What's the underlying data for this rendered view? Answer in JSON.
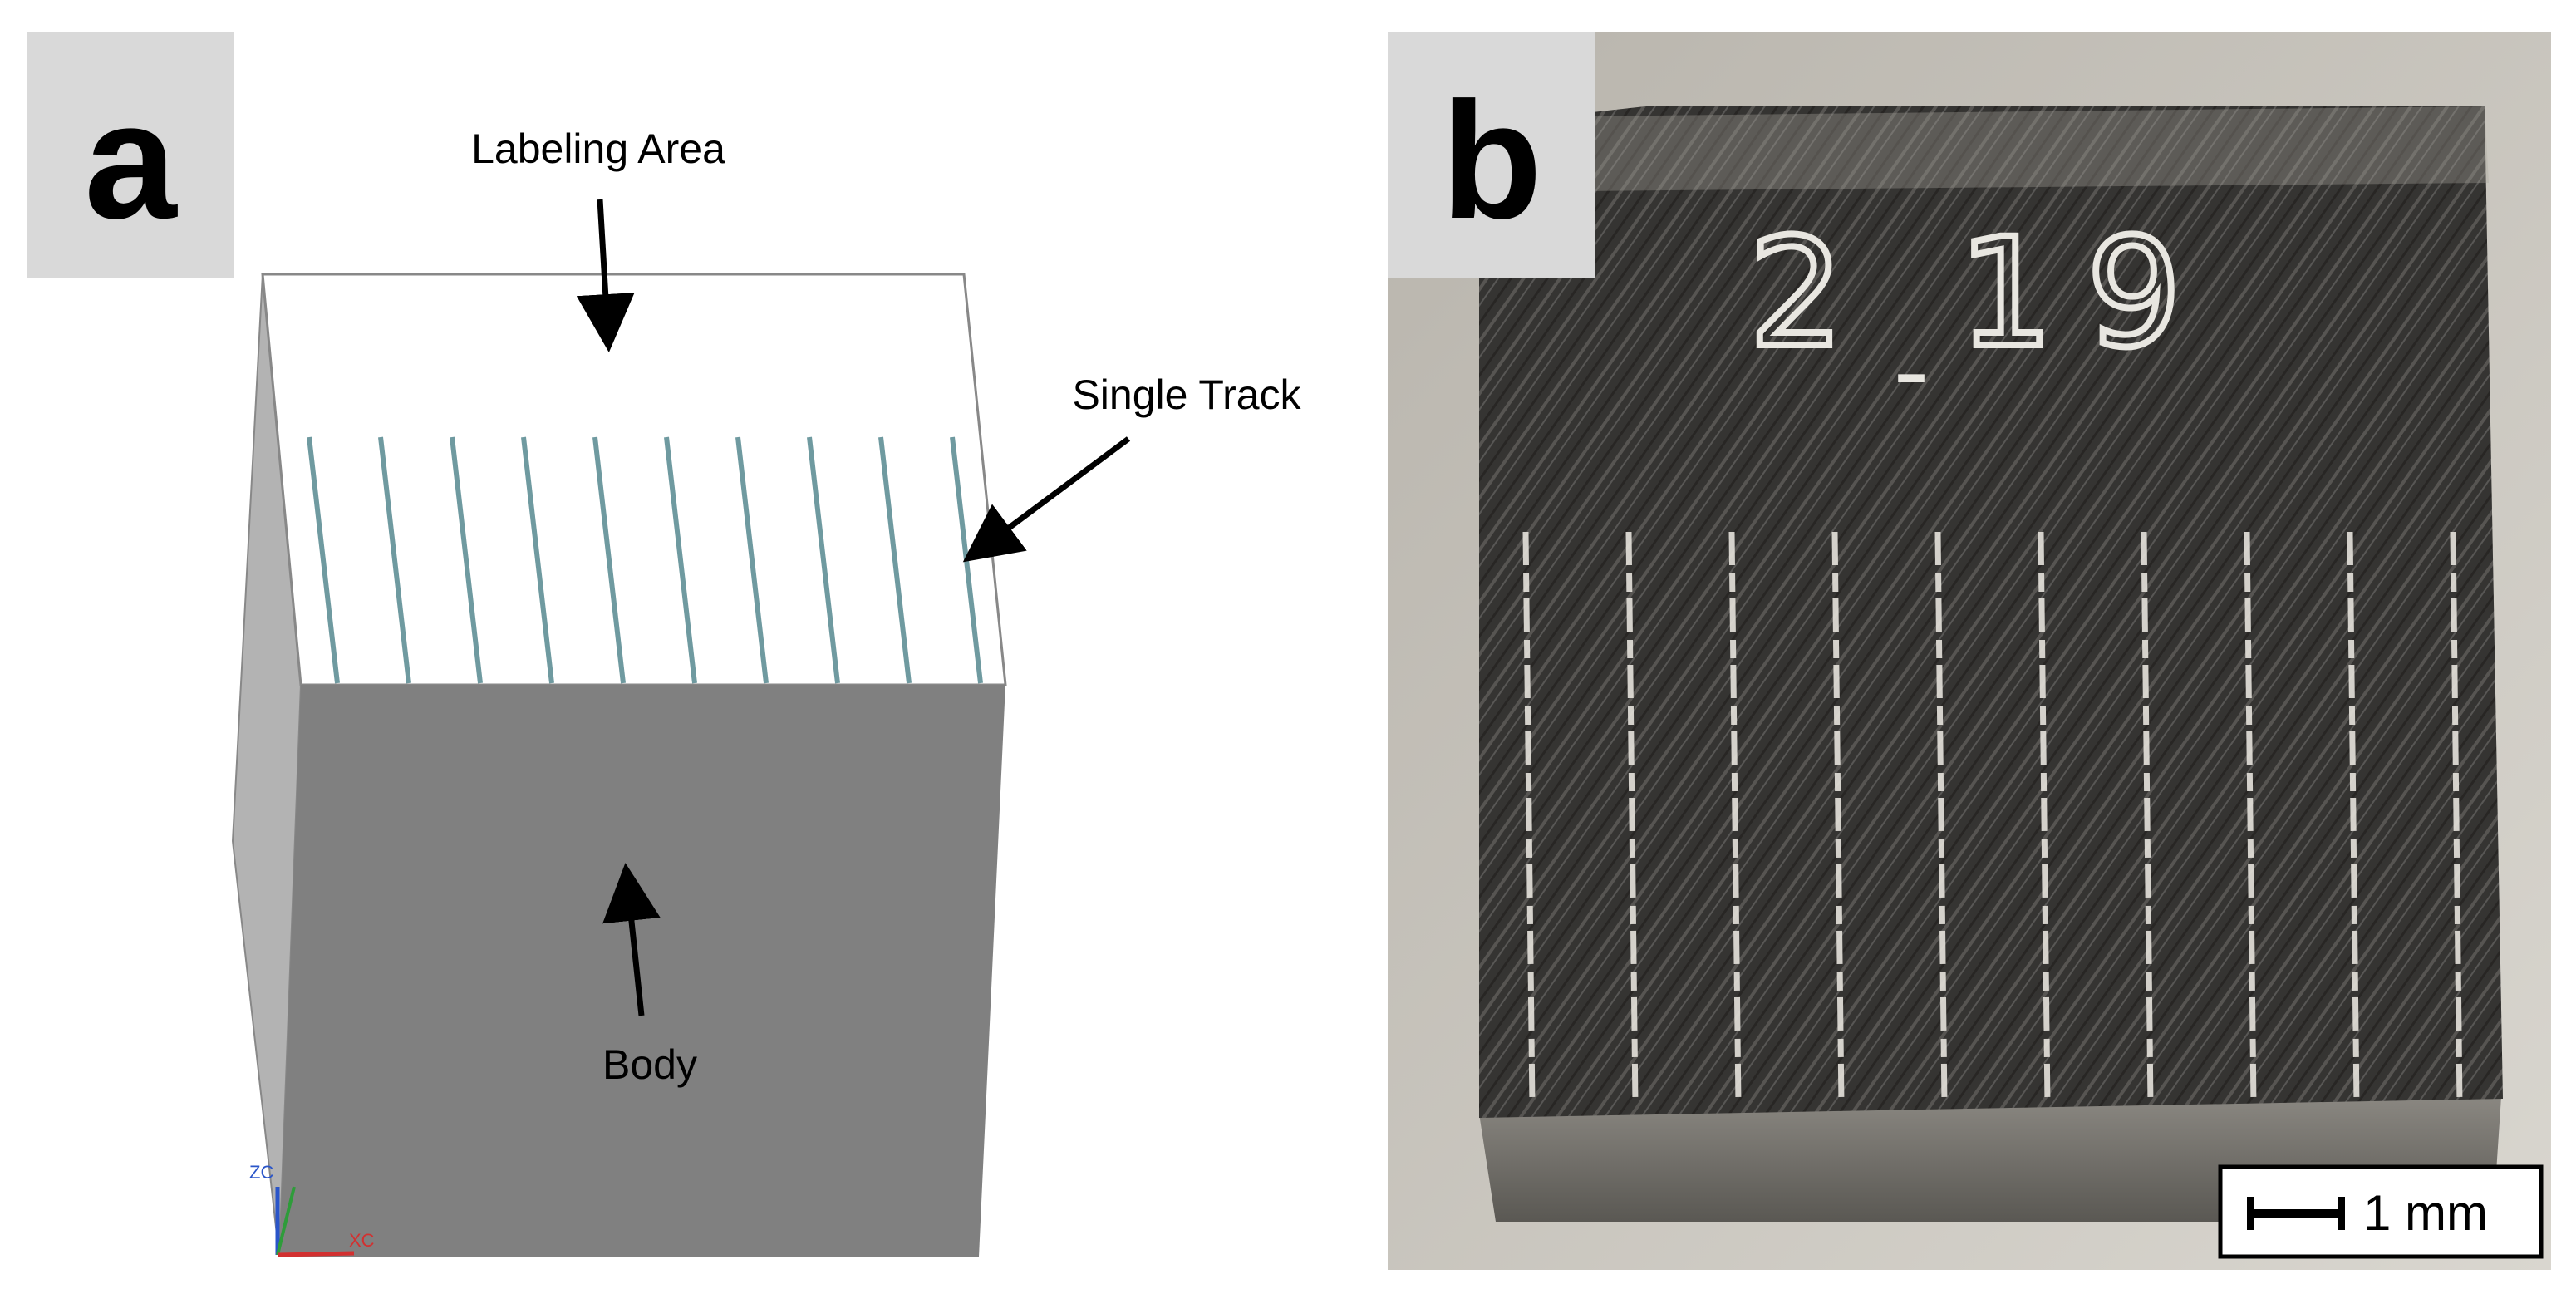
{
  "panels": {
    "a": {
      "letter": "a",
      "labels": {
        "labeling_area": "Labeling Area",
        "single_track": "Single Track",
        "body": "Body"
      },
      "axis_labels": {
        "z": "ZC",
        "x": "XC"
      },
      "single_track_count": 10
    },
    "b": {
      "letter": "b",
      "engraving": "2 19",
      "engraving_underline": "-",
      "scale_bar": "1 mm",
      "single_track_count": 10
    }
  },
  "colors": {
    "panel_letter_bg": "#d9d9d9",
    "body_face": "#808080",
    "side_face": "#b3b3b3",
    "top_face": "#ffffff",
    "track": "#6f9aa0",
    "arrow": "#000000"
  }
}
